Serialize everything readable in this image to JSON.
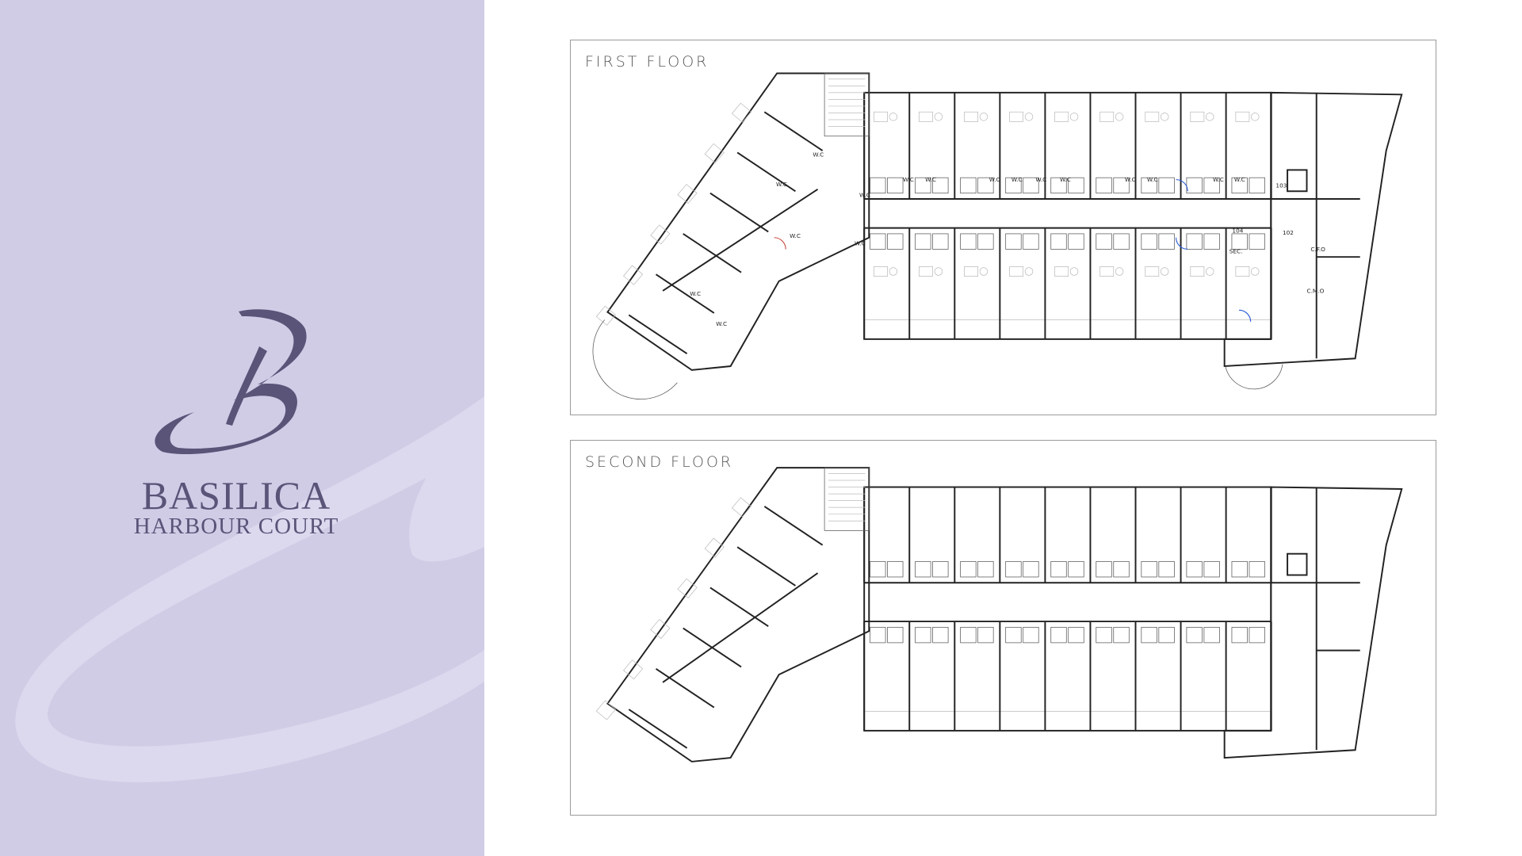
{
  "brand": {
    "logo_letter": "B",
    "name": "BASILICA",
    "subtitle": "HARBOUR COURT",
    "colors": {
      "panel": "#d0cce6",
      "ink": "#5a5478"
    }
  },
  "floors": [
    {
      "title": "FIRST FLOOR",
      "labels": [
        "W.C",
        "W.C",
        "W.C",
        "W.C",
        "W.C",
        "W.C",
        "W.C",
        "W.C",
        "W.C",
        "W.C",
        "W.C",
        "W.C",
        "W.C",
        "W.C",
        "W.C",
        "W.C",
        "W.C",
        "C.F.O",
        "C.M.O",
        "SEC.",
        "103",
        "104",
        "102"
      ]
    },
    {
      "title": "SECOND FLOOR",
      "labels": []
    }
  ]
}
